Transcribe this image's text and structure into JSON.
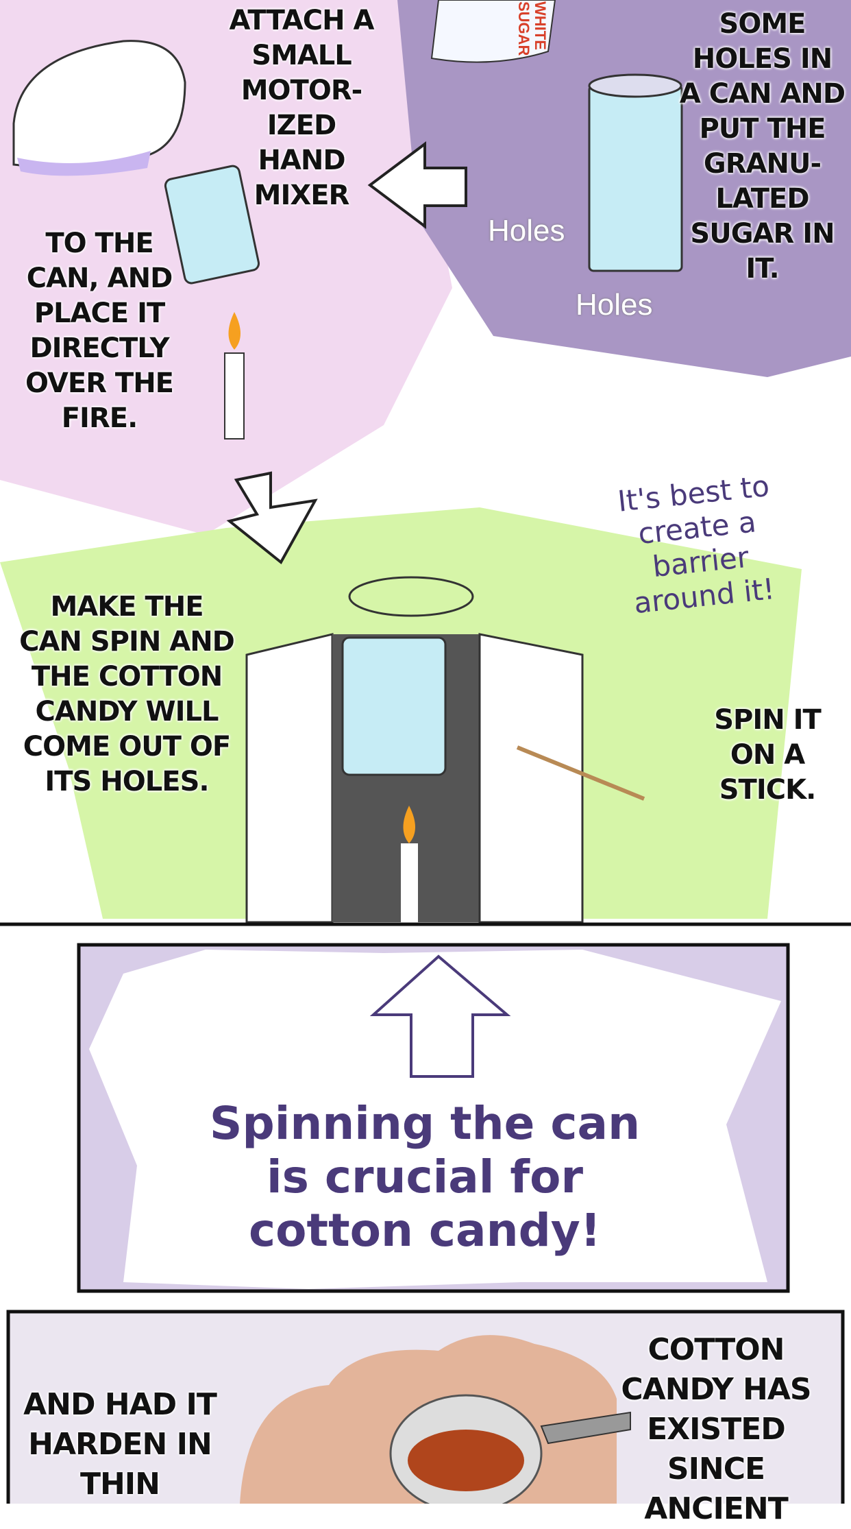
{
  "panel1": {
    "caption_mixer": "ATTACH A SMALL MOTOR- IZED HAND MIXER",
    "caption_fire": "TO THE CAN, AND PLACE IT DIRECTLY OVER THE FIRE.",
    "caption_holes": "SOME HOLES IN A CAN AND PUT THE GRANU- LATED SUGAR IN IT.",
    "label_holes_1": "Holes",
    "label_holes_2": "Holes",
    "sugar_bag_text": "WHITE SUGAR"
  },
  "panel2": {
    "caption_spin": "MAKE THE CAN SPIN AND THE COTTON CANDY WILL COME OUT OF ITS HOLES.",
    "caption_stick": "SPIN IT ON A STICK.",
    "note_barrier": "It's best to create a barrier around it!"
  },
  "panel3": {
    "headline": "Spinning the can is crucial for cotton candy!"
  },
  "panel4": {
    "caption_harden": "AND HAD IT HARDEN IN THIN",
    "caption_history": "COTTON CANDY HAS EXISTED SINCE ANCIENT"
  },
  "colors": {
    "pink": "#f2d9f0",
    "purple": "#a996c4",
    "green": "#d6f5a8",
    "gray_panel": "#ebe6f0",
    "cloud": "#e3b49a",
    "text_purple": "#4a3a7a"
  }
}
